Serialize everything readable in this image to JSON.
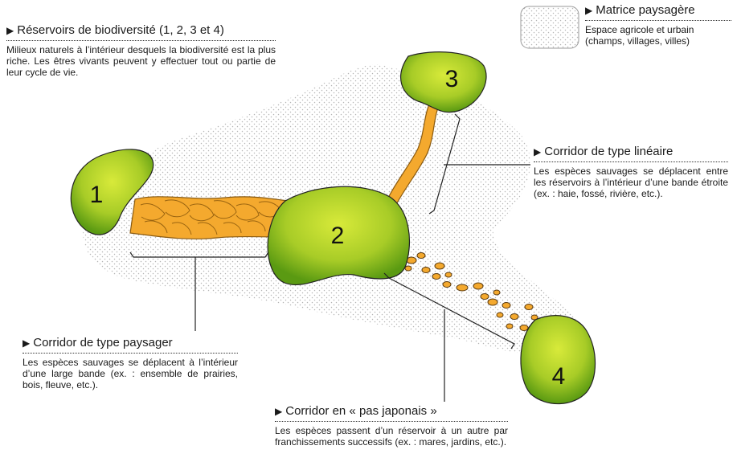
{
  "legend": {
    "reservoirs": {
      "title": "Réservoirs de biodiversité (1, 2, 3 et 4)",
      "text": "Milieux naturels à l’intérieur desquels la biodiversité est la plus riche. Les êtres vivants peuvent y effectuer tout ou partie de leur cycle de vie."
    },
    "matrice": {
      "title": "Matrice paysagère",
      "text": "Espace agricole et urbain (champs, villages, villes)"
    },
    "lineaire": {
      "title": "Corridor de type linéaire",
      "text": "Les espèces sauvages se déplacent entre les réservoirs à l’intérieur d’une bande étroite (ex. : haie, fossé, rivière, etc.)."
    },
    "paysager": {
      "title": "Corridor de type paysager",
      "text": "Les espèces sauvages se déplacent à l’intérieur d’une large bande (ex. : ensemble de prairies, bois, fleuve, etc.)."
    },
    "japonais": {
      "title": "Corridor en « pas japonais »",
      "text": "Les espèces passent d’un réservoir à un autre par franchissements successifs (ex. : mares, jardins, etc.)."
    }
  },
  "reservoir_labels": [
    "1",
    "2",
    "3",
    "4"
  ],
  "colors": {
    "reservoir_light": "#d8ea3a",
    "reservoir_dark": "#5a9a12",
    "corridor": "#f4a92e",
    "matrix_dots": "#b5b5b5"
  }
}
